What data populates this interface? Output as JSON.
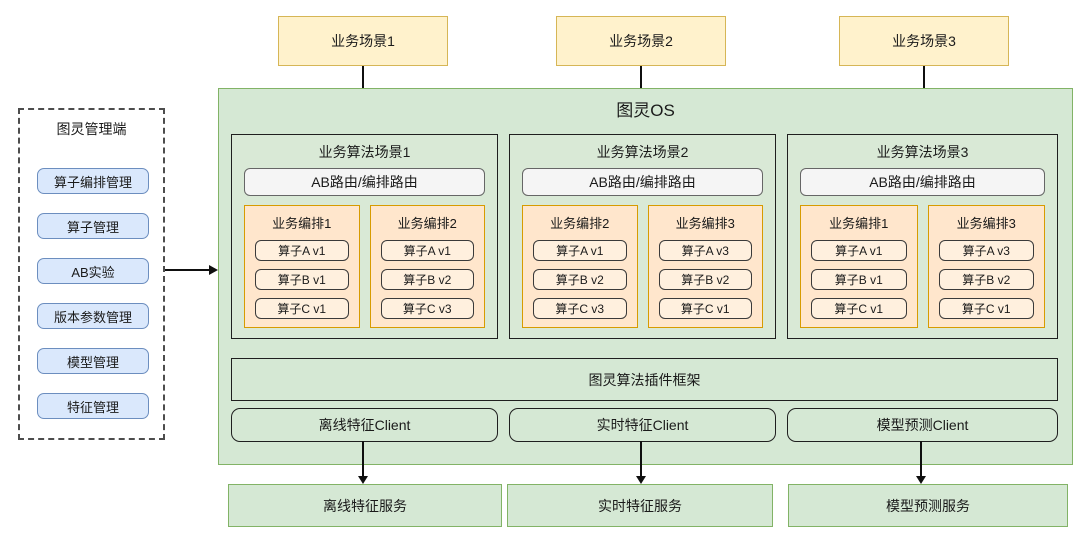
{
  "admin_panel": {
    "title": "图灵管理端",
    "items": [
      "算子编排管理",
      "算子管理",
      "AB实验",
      "版本参数管理",
      "模型管理",
      "特征管理"
    ]
  },
  "top_scenes": [
    "业务场景1",
    "业务场景2",
    "业务场景3"
  ],
  "os": {
    "title": "图灵OS",
    "scenes": [
      {
        "title": "业务算法场景1",
        "router": "AB路由/编排路由",
        "orchestrations": [
          {
            "title": "业务编排1",
            "operators": [
              "算子A v1",
              "算子B v1",
              "算子C v1"
            ]
          },
          {
            "title": "业务编排2",
            "operators": [
              "算子A v1",
              "算子B v2",
              "算子C v3"
            ]
          }
        ]
      },
      {
        "title": "业务算法场景2",
        "router": "AB路由/编排路由",
        "orchestrations": [
          {
            "title": "业务编排2",
            "operators": [
              "算子A v1",
              "算子B v2",
              "算子C v3"
            ]
          },
          {
            "title": "业务编排3",
            "operators": [
              "算子A v3",
              "算子B v2",
              "算子C v1"
            ]
          }
        ]
      },
      {
        "title": "业务算法场景3",
        "router": "AB路由/编排路由",
        "orchestrations": [
          {
            "title": "业务编排1",
            "operators": [
              "算子A v1",
              "算子B v1",
              "算子C v1"
            ]
          },
          {
            "title": "业务编排3",
            "operators": [
              "算子A v3",
              "算子B v2",
              "算子C v1"
            ]
          }
        ]
      }
    ],
    "plugin_framework": "图灵算法插件框架",
    "clients": [
      "离线特征Client",
      "实时特征Client",
      "模型预测Client"
    ]
  },
  "services": [
    "离线特征服务",
    "实时特征服务",
    "模型预测服务"
  ],
  "colors": {
    "green_fill": "#d5e8d4",
    "green_border": "#82b366",
    "yellow_fill": "#fff2cc",
    "yellow_border": "#d6b656",
    "orange_fill": "#ffe6cc",
    "orange_border": "#d79b00",
    "blue_fill": "#dae8fc",
    "blue_border": "#6c8ebf",
    "router_fill": "#f5f5f5",
    "stroke": "#000000"
  }
}
